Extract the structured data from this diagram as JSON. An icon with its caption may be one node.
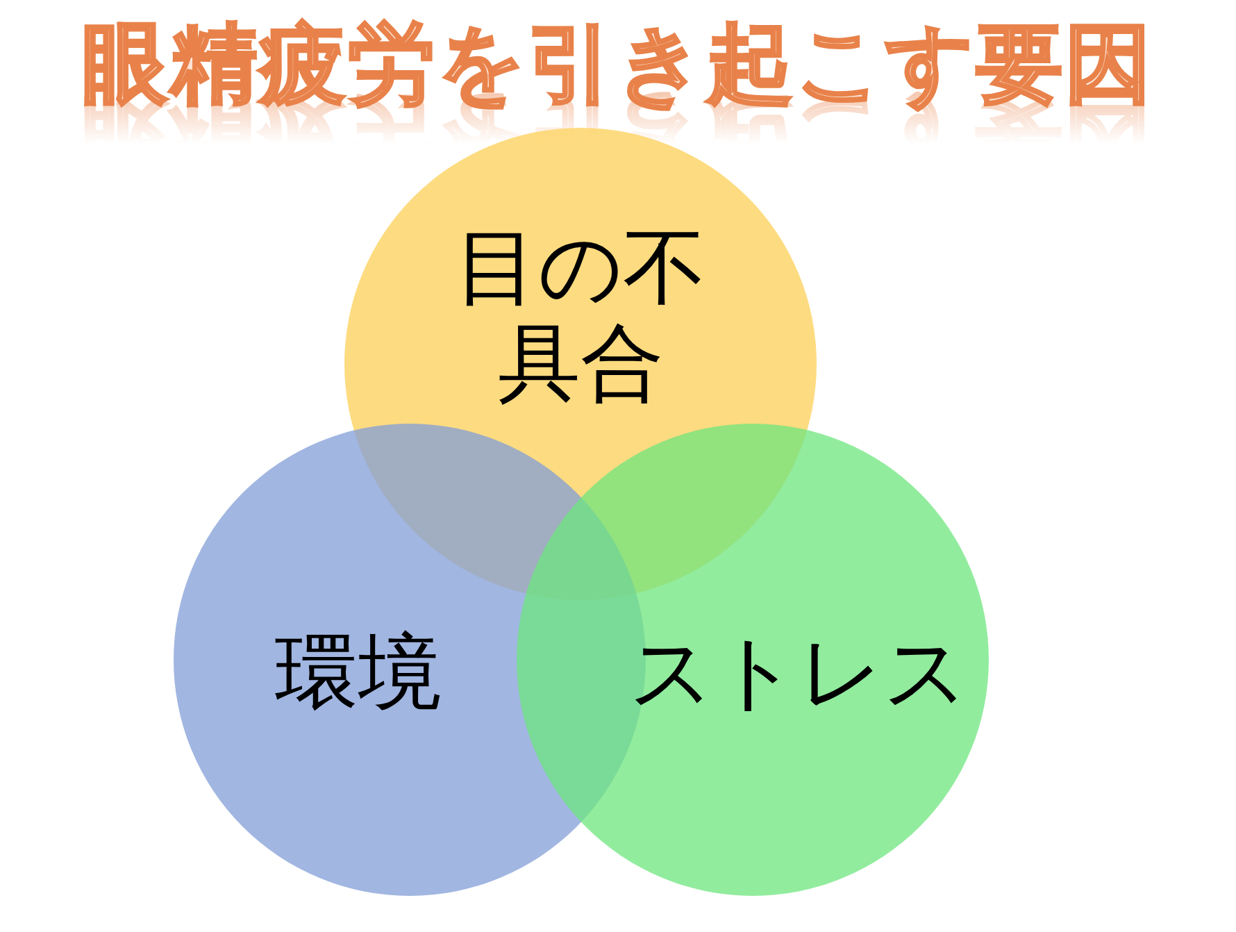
{
  "diagram": {
    "title": "眼精疲労を引き起こす要因",
    "nodes": [
      {
        "text": [
          "目の不具合"
        ]
      },
      {
        "text": [
          "環境"
        ]
      },
      {
        "text": [
          "ストレス"
        ]
      }
    ]
  }
}
